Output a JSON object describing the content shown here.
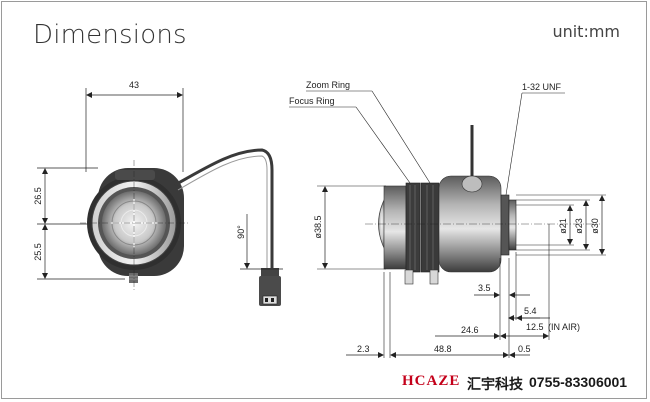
{
  "title": "Dimensions",
  "unit": "unit:mm",
  "front_view": {
    "width_label": "43",
    "upper_height_label": "26.5",
    "lower_height_label": "25.5",
    "cable_angle_label": "90°"
  },
  "side_view": {
    "zoom_ring_label": "Zoom Ring",
    "focus_ring_label": "Focus Ring",
    "thread_label": "1-32 UNF",
    "dia_front_label": "ø38.5",
    "dia_21_label": "ø21",
    "dia_23_label": "ø23",
    "dia_30_label": "ø30",
    "dim_3_5": "3.5",
    "dim_5_4": "5.4",
    "dim_24_6": "24.6",
    "dim_12_5": "12.5",
    "in_air_label": "(IN AIR)",
    "dim_2_3": "2.3",
    "dim_48_8": "48.8",
    "dim_0_5": "0.5"
  },
  "footer": {
    "brand": "HCAZE",
    "brand_cn": "汇宇科技",
    "phone": "0755-83306001"
  }
}
